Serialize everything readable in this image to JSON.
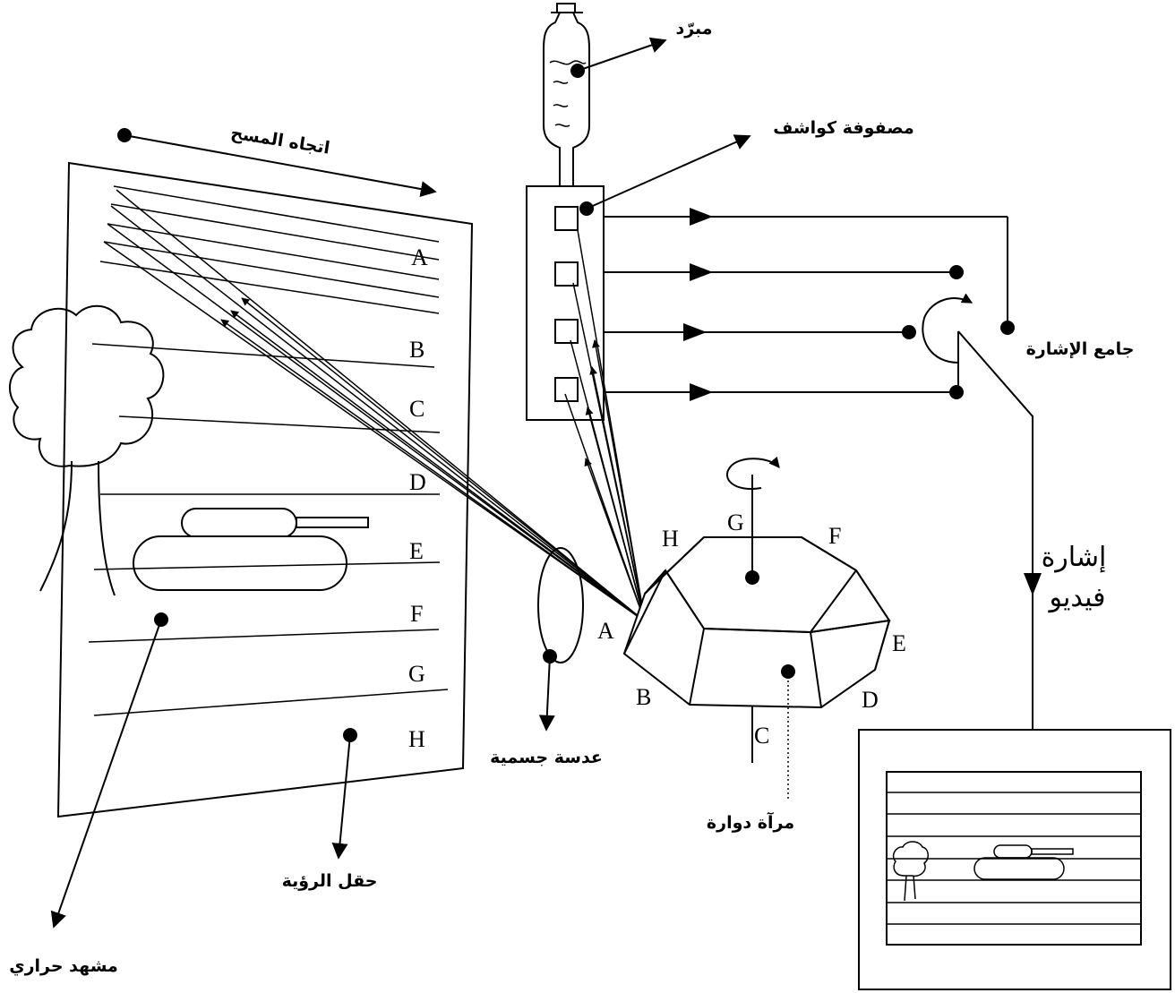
{
  "labels": {
    "scan_direction": "اتجاه المسح",
    "cooler": "مبرّد",
    "detector_array": "مصفوفة كواشف",
    "signal_collector": "جامع الإشارة",
    "video_signal_line1": "إشارة",
    "video_signal_line2": "فيديو",
    "stereo_lens": "عدسة جسمية",
    "rotating_mirror": "مرآة دوارة",
    "field_of_view": "حقل الرؤية",
    "thermal_scene": "مشهد حراري"
  },
  "scan_lines": [
    "A",
    "B",
    "C",
    "D",
    "E",
    "F",
    "G",
    "H"
  ],
  "mirror_facets": [
    "H",
    "G",
    "F",
    "E",
    "D",
    "C",
    "B",
    "A"
  ]
}
